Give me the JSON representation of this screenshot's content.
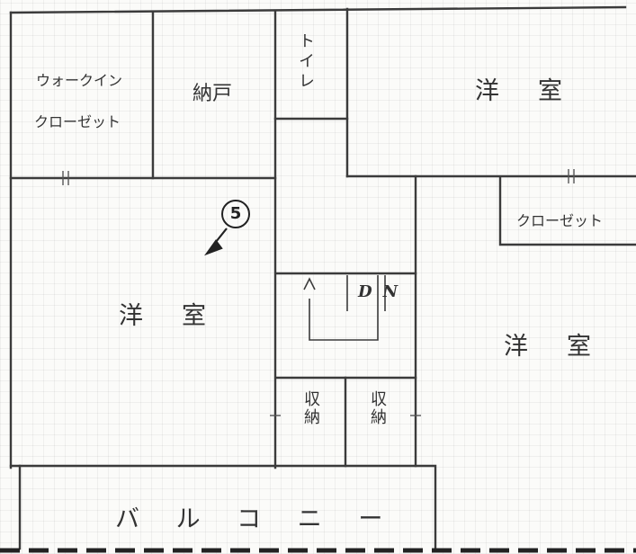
{
  "rooms": {
    "walk_in_closet_line1": "ウォークイン",
    "walk_in_closet_line2": "クローゼット",
    "storage": "納戸",
    "toilet": "トイレ",
    "western_room_top_right": "洋　室",
    "closet": "クローゼット",
    "western_room_left": "洋　室",
    "western_room_right": "洋　室",
    "storage_left": "収納",
    "storage_right": "収納",
    "balcony": "バ ル コ ニ ー"
  },
  "stairs": {
    "label": "DN"
  },
  "viewpoint": {
    "number": "5"
  }
}
